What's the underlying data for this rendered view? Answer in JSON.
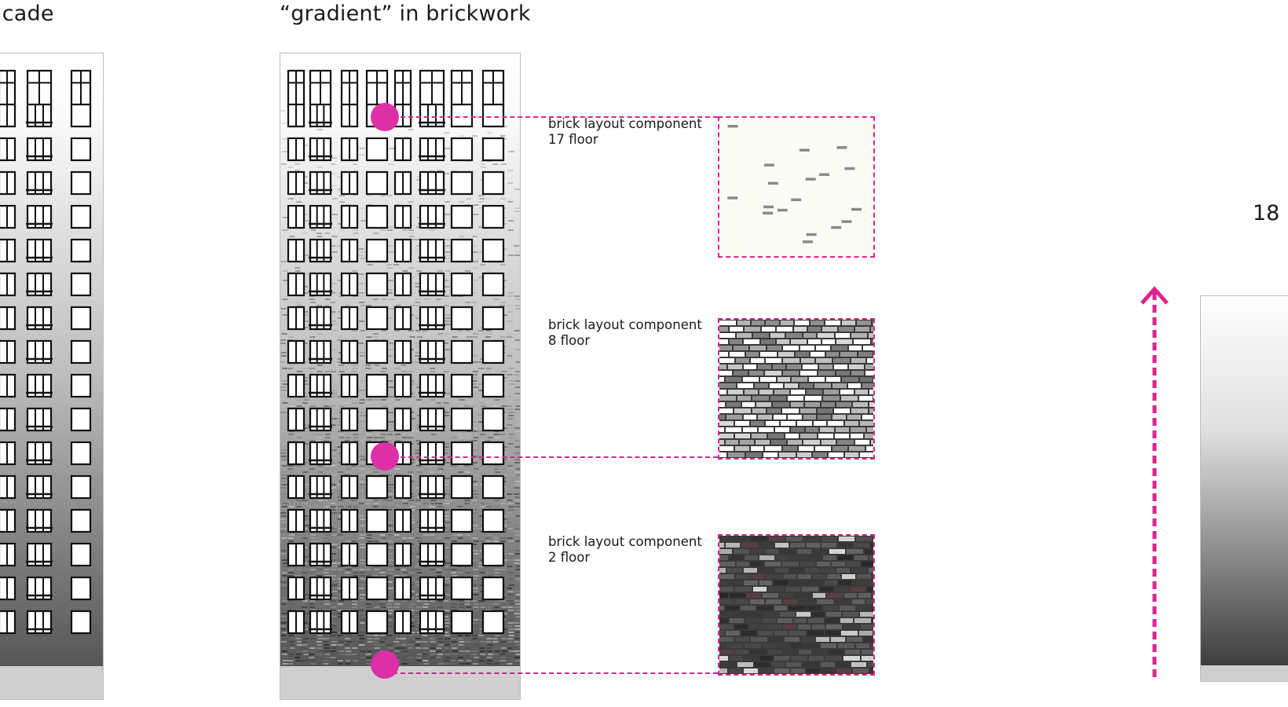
{
  "headings": {
    "left_facade": "acade",
    "main": "“gradient” in brickwork"
  },
  "components": [
    {
      "line1": "brick layout component",
      "line2": "17 floor",
      "density": 0.05
    },
    {
      "line1": "brick layout component",
      "line2": "8 floor",
      "density": 0.55
    },
    {
      "line1": "brick layout component",
      "line2": "2 floor",
      "density": 0.95
    }
  ],
  "floor_marker": "18",
  "colors": {
    "accent": "#e0208f",
    "dot": "#dd2fa6",
    "swatch_light_bg": "#fbfbf6",
    "brick_dark": "#3a3a3a",
    "ground": "#cfcfcf"
  }
}
